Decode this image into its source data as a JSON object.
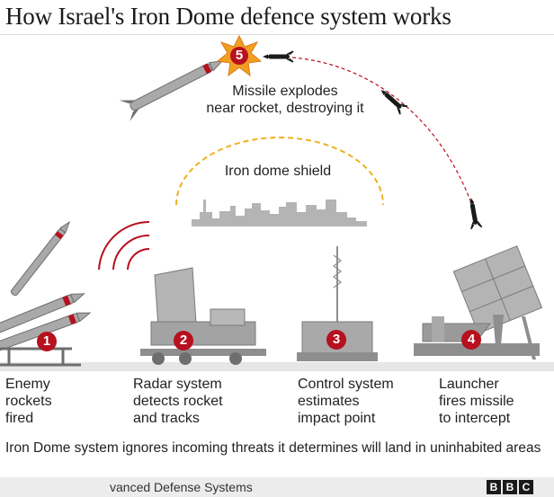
{
  "title": "How Israel's Iron Dome defence system works",
  "explosion_label": "Missile explodes\nnear rocket, destroying it",
  "shield_label": "Iron dome shield",
  "steps": [
    {
      "number": "1",
      "label": "Enemy\nrockets\nfired"
    },
    {
      "number": "2",
      "label": "Radar system\ndetects rocket\nand tracks"
    },
    {
      "number": "3",
      "label": "Control system\nestimates\nimpact point"
    },
    {
      "number": "4",
      "label": "Launcher\nfires missile\nto intercept"
    },
    {
      "number": "5"
    }
  ],
  "note": "Iron Dome system ignores incoming threats it determines will land in uninhabited areas",
  "footer_credit": "vanced Defense Systems",
  "brand": [
    "B",
    "B",
    "C"
  ],
  "colors": {
    "badge": "#b7101e",
    "explosion": "#f0a020",
    "shield": "#f0b020",
    "trajectory": "#b7101e",
    "machinery": "#9a9a9a",
    "ground": "#e6e6e6"
  },
  "icons": [
    "rocket-icon",
    "radar-icon",
    "control-unit-icon",
    "launcher-icon",
    "explosion-icon",
    "city-skyline-icon"
  ]
}
